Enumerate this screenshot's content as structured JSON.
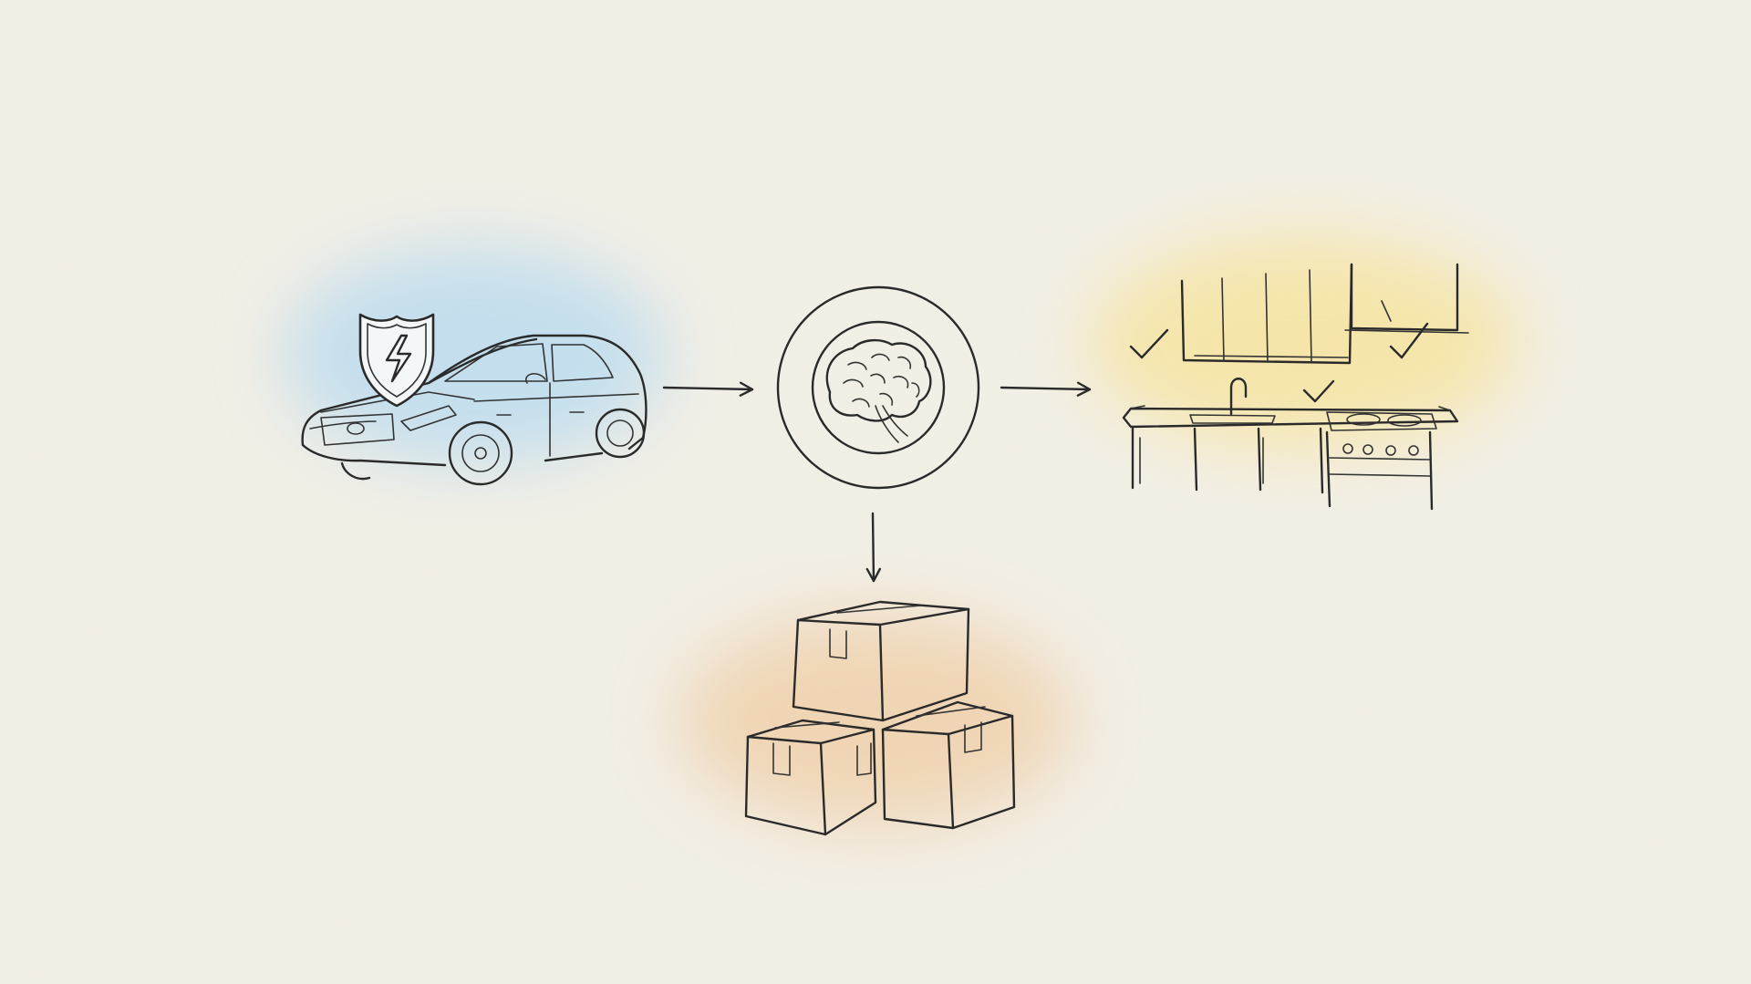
{
  "colors": {
    "paper": "#f4f1e8",
    "ink": "#2a2a2a",
    "car_wash": "#bcdcef",
    "kitchen_wash": "#f6e4a0",
    "boxes_wash": "#efcfa8"
  },
  "nodes": [
    {
      "id": "car",
      "icon": "car-with-shield-icon"
    },
    {
      "id": "brain",
      "icon": "brain-circle-icon"
    },
    {
      "id": "kitchen",
      "icon": "kitchen-icon"
    },
    {
      "id": "boxes",
      "icon": "stacked-boxes-icon"
    }
  ],
  "edges": [
    {
      "from": "car",
      "to": "brain"
    },
    {
      "from": "brain",
      "to": "kitchen"
    },
    {
      "from": "brain",
      "to": "boxes"
    }
  ]
}
